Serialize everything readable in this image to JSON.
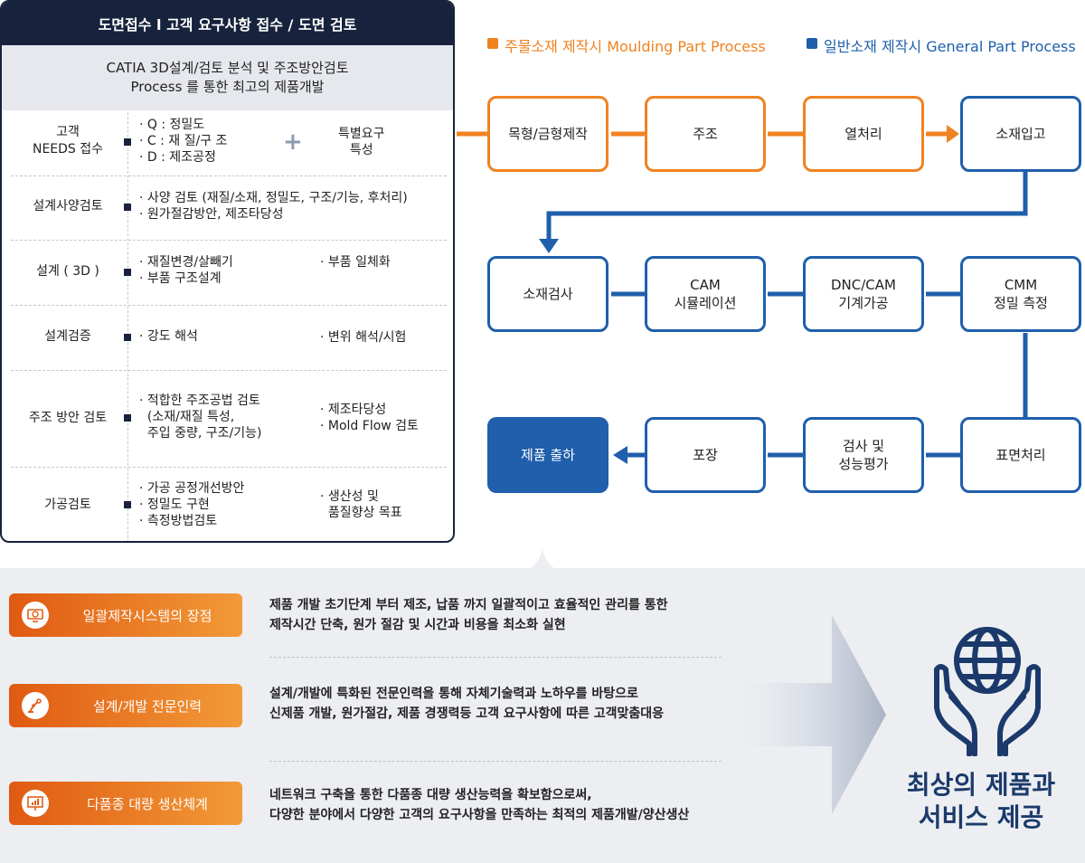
{
  "left_panel": {
    "header": "도면접수 l 고객 요구사항 접수 / 도면 검토",
    "subtitle_line1": "CATIA 3D설계/검토 분석 및 주조방안검토",
    "subtitle_line2": "Process 를 통한 최고의 제품개발",
    "rows": [
      {
        "label": "고객\nNEEDS 접수",
        "col1": "· Q : 정밀도\n· C : 재 질/구 조\n· D : 제조공정",
        "plus": "+",
        "col2": "특별요구\n특성"
      },
      {
        "label": "설계사양검토",
        "col1": "· 사양 검토 (재질/소재, 정밀도, 구조/기능, 후처리)\n· 원가절감방안, 제조타당성",
        "col2": ""
      },
      {
        "label": "설계 ( 3D )",
        "col1": "· 재질변경/살빼기\n· 부품 구조설계",
        "col2": "· 부품 일체화"
      },
      {
        "label": "설계검증",
        "col1": "· 강도 해석",
        "col2": "· 변위 해석/시험"
      },
      {
        "label": "주조 방안 검토",
        "col1": "· 적합한 주조공법 검토\n  (소재/재질 특성,\n  주입 중량, 구조/기능)",
        "col2": "· 제조타당성\n· Mold Flow 검토"
      },
      {
        "label": "가공검토",
        "col1": "· 가공 공정개선방안\n· 정밀도 구현\n· 측정방법검토",
        "col2": "· 생산성 및\n  품질향상 목표"
      }
    ]
  },
  "legend": {
    "orange": "주물소재 제작시 Moulding Part Process",
    "blue": "일반소재 제작시 General Part Process",
    "orange_color": "#f08220",
    "blue_color": "#1f5fab"
  },
  "flow": {
    "row1": [
      "목형/금형제작",
      "주조",
      "열처리",
      "소재입고"
    ],
    "row2": [
      "소재검사",
      "CAM\n시뮬레이션",
      "DNC/CAM\n기계가공",
      "CMM\n정밀 측정"
    ],
    "row3": [
      "제품 출하",
      "포장",
      "검사 및\n성능평가",
      "표면처리"
    ]
  },
  "strengths": [
    {
      "badge": "일괄제작시스템의 장점",
      "icon": "monitor-globe-icon",
      "desc": "제품 개발 초기단계 부터 제조, 납품 까지 일괄적이고 효율적인 관리를 통한\n제작시간 단축, 원가 절감 및 시간과 비용을 최소화 실현"
    },
    {
      "badge": "설계/개발 전문인력",
      "icon": "robot-arm-icon",
      "desc": "설계/개발에 특화된 전문인력을 통해 자체기술력과 노하우를 바탕으로\n신제품 개발, 원가절감, 제품 경쟁력등 고객 요구사항에 따른 고객맞춤대응"
    },
    {
      "badge": "다품종 대량 생산체계",
      "icon": "presentation-chart-icon",
      "desc": "네트워크 구축을 통한 다품종 대량 생산능력을 확보함으로써,\n다양한 분야에서 다양한 고객의 요구사항을 만족하는 최적의 제품개발/양산생산"
    }
  ],
  "final": {
    "line1": "최상의 제품과",
    "line2": "서비스 제공",
    "icon": "hands-globe-icon"
  }
}
